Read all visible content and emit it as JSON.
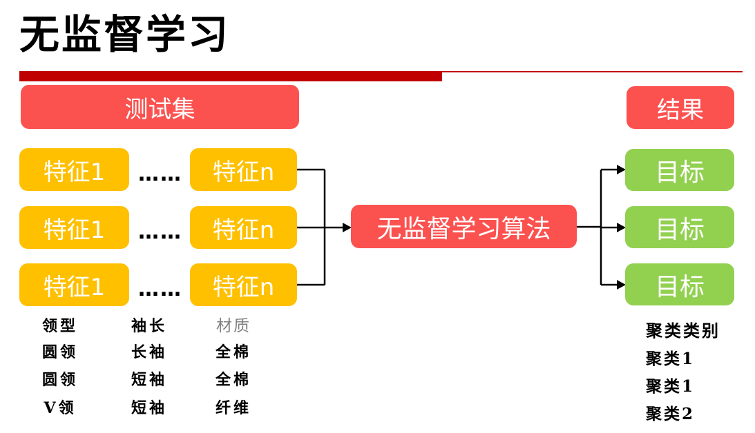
{
  "title": "无监督学习",
  "test_set_label": "测试集",
  "result_label": "结果",
  "features": {
    "ellipsis": "……",
    "rows": [
      {
        "first": "特征1",
        "last": "特征n"
      },
      {
        "first": "特征1",
        "last": "特征n"
      },
      {
        "first": "特征1",
        "last": "特征n"
      }
    ]
  },
  "algorithm_label": "无监督学习算法",
  "targets": [
    "目标",
    "目标",
    "目标"
  ],
  "feature_table": {
    "headers": [
      "领型",
      "袖长",
      "材质"
    ],
    "rows": [
      [
        "圆领",
        "长袖",
        "全棉"
      ],
      [
        "圆领",
        "短袖",
        "全棉"
      ],
      [
        "V领",
        "短袖",
        "纤维"
      ]
    ]
  },
  "cluster_list": {
    "header": "聚类类别",
    "items": [
      "聚类1",
      "聚类1",
      "聚类2"
    ]
  },
  "colors": {
    "coral": "#FB5250",
    "gold": "#FFC000",
    "grass": "#92D050",
    "darkred": "#C00000",
    "gray": "#808080"
  }
}
